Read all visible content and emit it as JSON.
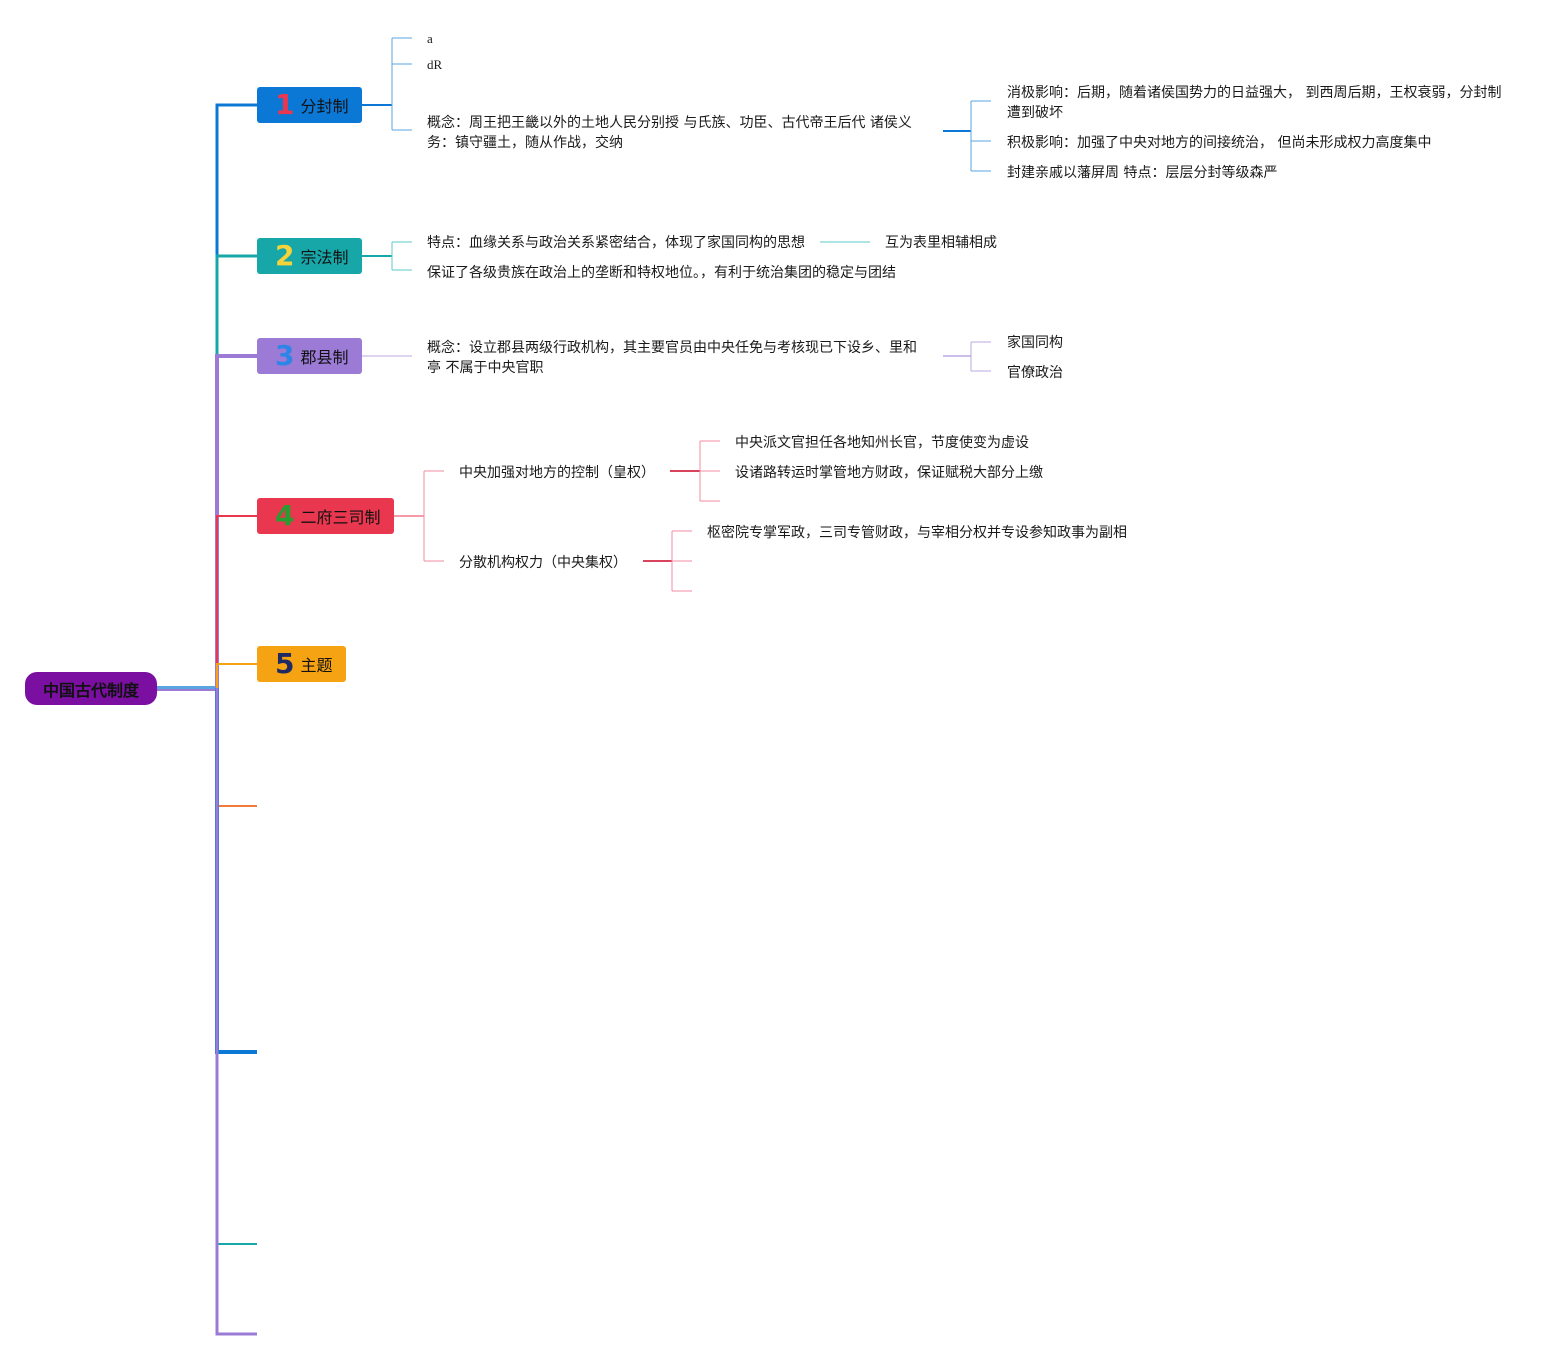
{
  "colors": {
    "root": "#7a0fa2",
    "b1": "#0b78d6",
    "b2": "#18a7a8",
    "b3": "#9b7bd6",
    "b4": "#e8374f",
    "b5": "#f6a313",
    "line_orange": "#ef7c3a",
    "line_blue_light": "#5aa4df",
    "line_teal": "#5ec8c9",
    "line_lavender": "#b9a9e3",
    "line_pink": "#f08ba1",
    "line_red": "#d9445c"
  },
  "root": {
    "label": "中国古代制度"
  },
  "branches": [
    {
      "num": "1",
      "num_color": "#e8374f",
      "label": "分封制"
    },
    {
      "num": "2",
      "num_color": "#f5d33b",
      "label": "宗法制"
    },
    {
      "num": "3",
      "num_color": "#2d86e6",
      "label": "郡县制"
    },
    {
      "num": "4",
      "num_color": "#2b9b31",
      "label": "二府三司制"
    },
    {
      "num": "5",
      "num_color": "#1f2a63",
      "label": "主题"
    }
  ],
  "b1": {
    "a": "a",
    "dR": "dR",
    "concept": "概念：周王把王畿以外的土地人民分别授 与氏族、功臣、古代帝王后代 诸侯义务：镇守疆土，随从作战，交纳",
    "neg": "消极影响：后期，随着诸侯国势力的日益强大， 到西周后期，王权衰弱，分封制遭到破坏",
    "pos": "积极影响：加强了中央对地方的间接统治， 但尚未形成权力高度集中",
    "feature": "封建亲戚以藩屏周 特点：层层分封等级森严"
  },
  "b2": {
    "feature": "特点：血缘关系与政治关系紧密结合，体现了家国同构的思想",
    "mutual": "互为表里相辅相成",
    "guarantee": "保证了各级贵族在政治上的垄断和特权地位。，有利于统治集团的稳定与团结"
  },
  "b3": {
    "concept": "概念：设立郡县两级行政机构，其主要官员由中央任免与考核现已下设乡、里和亭 不属于中央官职",
    "jiaguo": "家国同构",
    "guanliao": "官僚政治"
  },
  "b4": {
    "central": "中央加强对地方的控制（皇权）",
    "c1": "中央派文官担任各地知州长官，节度使变为虚设",
    "c2": "设诸路转运时掌管地方财政，保证赋税大部分上缴",
    "disperse": "分散机构权力（中央集权）",
    "d1": "枢密院专掌军政，三司专管财政，与宰相分权并专设参知政事为副相"
  }
}
